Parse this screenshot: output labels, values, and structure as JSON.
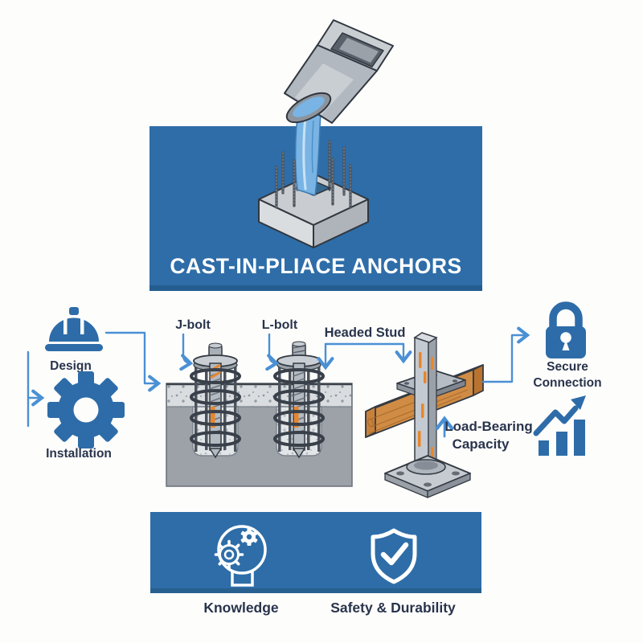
{
  "title_panel": {
    "title": "CAST-IN-PLIACE ANCHORS"
  },
  "process_flow": {
    "design_label": "Design",
    "installation_label": "Installation"
  },
  "anchor_diagram": {
    "j_bolt_label": "J-bolt",
    "l_bolt_label": "L-bolt",
    "headed_stud_label": "Headed Stud",
    "load_bearing_line1": "Load-Bearing",
    "load_bearing_line2": "Capacity"
  },
  "benefits": {
    "secure_line1": "Secure",
    "secure_line2": "Connection"
  },
  "footer_panel": {
    "knowledge_label": "Knowledge",
    "safety_label": "Safety & Durability"
  },
  "icons": {
    "flow": [
      "hard-hat-icon",
      "gear-icon"
    ],
    "scene": [
      "concrete-chute-icon",
      "pour-stream",
      "formwork-cube-icon",
      "rebar-dowels"
    ],
    "anchors": [
      "j-bolt-anchor-icon",
      "l-bolt-anchor-icon",
      "headed-stud-column-icon",
      "wood-beam-icon",
      "base-plate-icon"
    ],
    "benefits": [
      "padlock-icon",
      "growth-chart-icon"
    ],
    "footer": [
      "head-gears-icon",
      "shield-check-icon"
    ]
  },
  "colors": {
    "panel_blue": "#2e6da8",
    "panel_edge_blue": "#245d90",
    "icon_blue": "#2d6ca8",
    "arrow_blue": "#4a90d5",
    "text_navy": "#29344b",
    "title_white": "#ffffff",
    "concrete_light": "#dadde0",
    "concrete_gray": "#9ca2a8",
    "steel_gray": "#c4cad1",
    "wood_tan": "#d08c45",
    "highlight_orange": "#e8862b",
    "pour_blue": "#79b4e4"
  }
}
